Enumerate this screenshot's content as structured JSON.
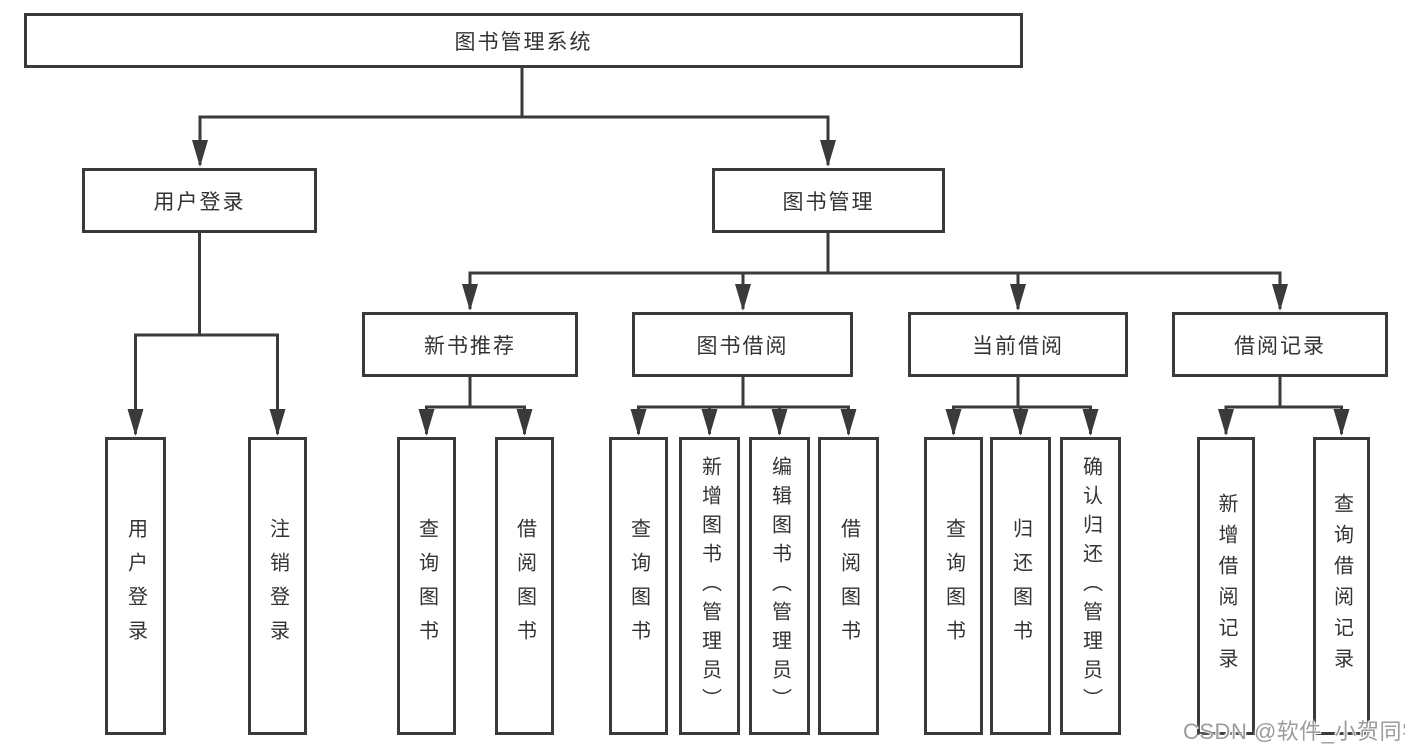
{
  "colors": {
    "line": "#3a3a3a",
    "box_border": "#3a3a3a",
    "box_background": "#ffffff",
    "text": "#333333",
    "page_background": "#ffffff",
    "watermark": "#9c9c9c"
  },
  "diagram": {
    "type": "tree",
    "root": {
      "label": "图书管理系统"
    },
    "branches": [
      {
        "label": "用户登录",
        "children": [
          {
            "label": "用户登录"
          },
          {
            "label": "注销登录"
          }
        ]
      },
      {
        "label": "图书管理",
        "children": [
          {
            "label": "新书推荐",
            "children": [
              {
                "label": "查询图书"
              },
              {
                "label": "借阅图书"
              }
            ]
          },
          {
            "label": "图书借阅",
            "children": [
              {
                "label": "查询图书"
              },
              {
                "label": "新增图书（管理员）"
              },
              {
                "label": "编辑图书（管理员）"
              },
              {
                "label": "借阅图书"
              }
            ]
          },
          {
            "label": "当前借阅",
            "children": [
              {
                "label": "查询图书"
              },
              {
                "label": "归还图书"
              },
              {
                "label": "确认归还（管理员）"
              }
            ]
          },
          {
            "label": "借阅记录",
            "children": [
              {
                "label": "新增借阅记录"
              },
              {
                "label": "查询借阅记录"
              }
            ]
          }
        ]
      }
    ]
  },
  "watermark": {
    "text": "CSDN @软件_小贺同学"
  }
}
